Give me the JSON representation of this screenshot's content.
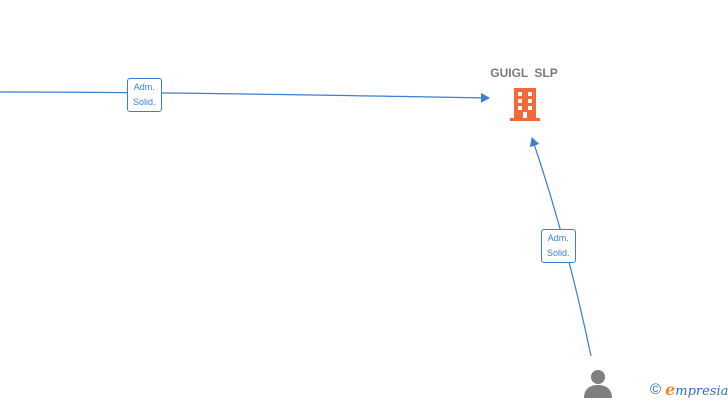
{
  "graph": {
    "company": {
      "name": "GUIGL  SLP",
      "icon": "building-icon",
      "color": "#f26a3a"
    },
    "person": {
      "icon": "person-icon",
      "color": "#7f7f7f"
    },
    "edges": [
      {
        "from": "off-screen-left",
        "to": "company",
        "label_line1": "Adm.",
        "label_line2": "Solid."
      },
      {
        "from": "person",
        "to": "company",
        "label_line1": "Adm.",
        "label_line2": "Solid."
      }
    ],
    "edge_color": "#3a7fd0"
  },
  "brand": {
    "copyright_symbol": "©",
    "logo_initial": "e",
    "logo_rest": "mpresia"
  }
}
